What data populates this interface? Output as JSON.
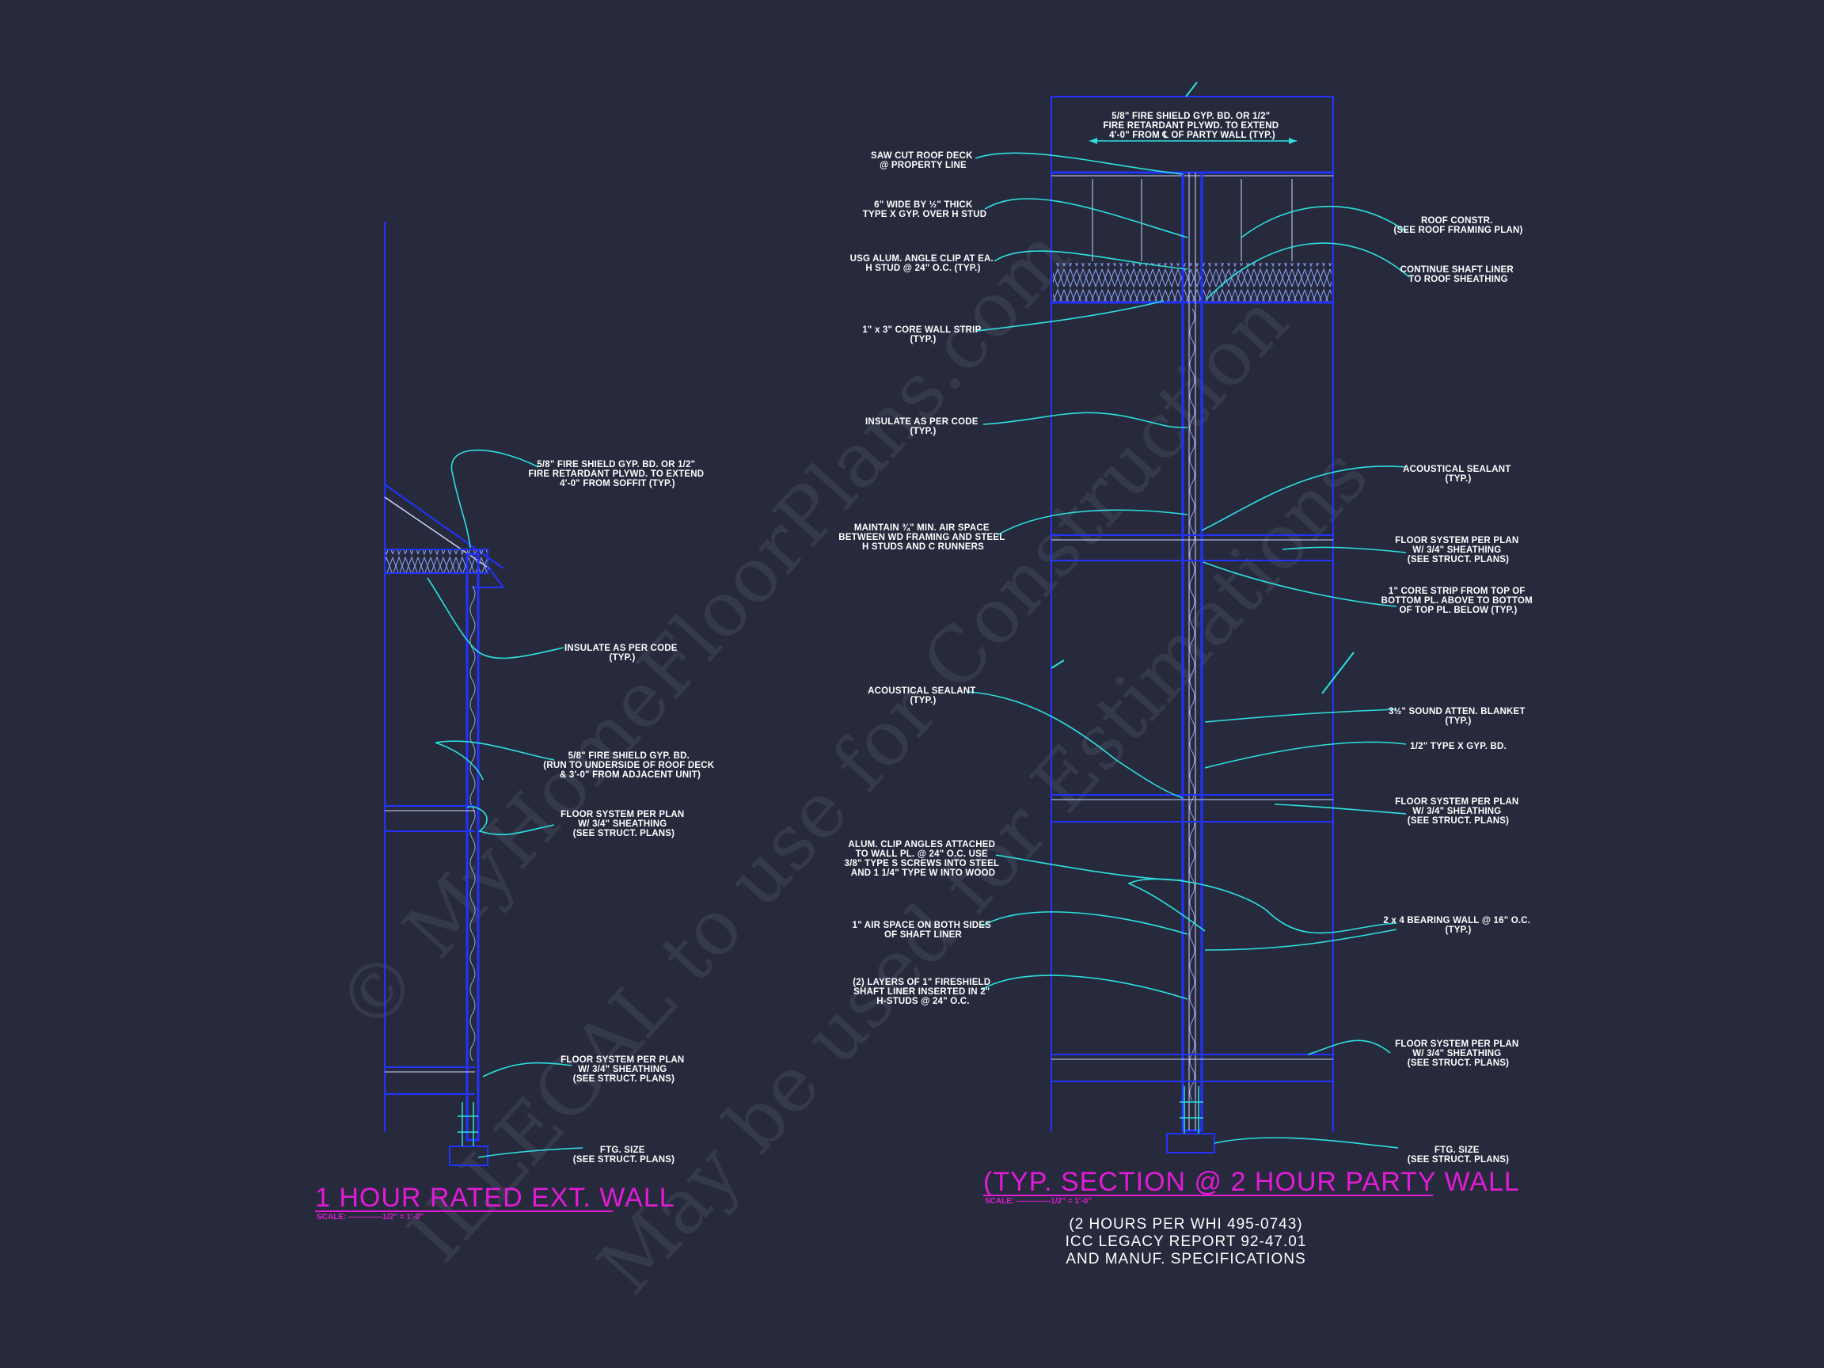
{
  "watermark": {
    "line1": "© MyHomeFloorPlans.com",
    "line2": "ILLEGAL to use for Construction",
    "line3": "May be used for Estimations"
  },
  "colors": {
    "background": "#262a3c",
    "wall_lines": "#2233ff",
    "leaders": "#2de0e0",
    "text": "#ffffff",
    "title": "#e21bd6"
  },
  "left_detail": {
    "title": "1 HOUR RATED EXT. WALL",
    "scale": "SCALE: -------------1/2\" = 1'-0\"",
    "notes": [
      [
        "5/8\" FIRE SHIELD GYP. BD. OR 1/2\"",
        "FIRE RETARDANT PLYWD. TO EXTEND",
        "4'-0\" FROM SOFFIT (TYP.)"
      ],
      [
        "INSULATE AS PER CODE",
        "(TYP.)"
      ],
      [
        "5/8\" FIRE SHIELD GYP. BD.",
        "(RUN TO UNDERSIDE OF ROOF DECK",
        "& 3'-0\" FROM ADJACENT UNIT)"
      ],
      [
        "FLOOR SYSTEM PER PLAN",
        "W/ 3/4\" SHEATHING",
        "(SEE STRUCT. PLANS)"
      ],
      [
        "FLOOR SYSTEM PER PLAN",
        "W/ 3/4\" SHEATHING",
        "(SEE STRUCT. PLANS)"
      ],
      [
        "FTG. SIZE",
        "(SEE STRUCT. PLANS)"
      ]
    ]
  },
  "right_detail": {
    "title": "(TYP. SECTION @ 2 HOUR PARTY WALL",
    "scale": "SCALE: -------------1/2\" = 1'-0\"",
    "sub1": "(2 HOURS PER WHI 495-0743)",
    "sub2": "ICC LEGACY REPORT 92-47.01",
    "sub3": "AND MANUF. SPECIFICATIONS",
    "top_note": [
      "5/8\" FIRE SHIELD GYP. BD. OR 1/2\"",
      "FIRE RETARDANT PLYWD. TO EXTEND",
      "4'-0\" FROM ℄ OF PARTY WALL (TYP.)"
    ],
    "left_notes": [
      [
        "SAW CUT ROOF DECK",
        "@ PROPERTY LINE"
      ],
      [
        "6\" WIDE BY ½\" THICK",
        "TYPE X GYP. OVER H STUD"
      ],
      [
        "USG ALUM. ANGLE CLIP AT EA.",
        "H STUD @ 24\" O.C. (TYP.)"
      ],
      [
        "1\" x 3\" CORE WALL STRIP",
        "(TYP.)"
      ],
      [
        "INSULATE AS PER CODE",
        "(TYP.)"
      ],
      [
        "MAINTAIN ¾\" MIN. AIR SPACE",
        "BETWEEN WD FRAMING AND STEEL",
        "H STUDS AND C RUNNERS"
      ],
      [
        "ACOUSTICAL SEALANT",
        "(TYP.)"
      ],
      [
        "ALUM. CLIP ANGLES ATTACHED",
        "TO WALL PL. @ 24\" O.C. USE",
        "3/8\" TYPE S SCREWS INTO STEEL",
        "AND 1 1/4\" TYPE W INTO WOOD"
      ],
      [
        "1\" AIR SPACE ON BOTH SIDES",
        "OF SHAFT LINER"
      ],
      [
        "(2) LAYERS OF 1\" FIRESHIELD",
        "SHAFT LINER INSERTED IN 2\"",
        "H-STUDS @ 24\" O.C."
      ]
    ],
    "right_notes": [
      [
        "ROOF CONSTR.",
        "(SEE ROOF FRAMING PLAN)"
      ],
      [
        "CONTINUE SHAFT LINER",
        "TO ROOF SHEATHING"
      ],
      [
        "ACOUSTICAL SEALANT",
        "(TYP.)"
      ],
      [
        "FLOOR SYSTEM PER PLAN",
        "W/ 3/4\" SHEATHING",
        "(SEE STRUCT. PLANS)"
      ],
      [
        "1\" CORE STRIP FROM TOP OF",
        "BOTTOM PL. ABOVE TO BOTTOM",
        "OF TOP PL. BELOW (TYP.)"
      ],
      [
        "3½\" SOUND ATTEN. BLANKET",
        "(TYP.)"
      ],
      [
        "1/2\" TYPE X GYP. BD."
      ],
      [
        "FLOOR SYSTEM PER PLAN",
        "W/ 3/4\" SHEATHING",
        "(SEE STRUCT. PLANS)"
      ],
      [
        "2 x 4 BEARING WALL @ 16\" O.C.",
        "(TYP.)"
      ],
      [
        "FLOOR SYSTEM PER PLAN",
        "W/ 3/4\" SHEATHING",
        "(SEE STRUCT. PLANS)"
      ],
      [
        "FTG. SIZE",
        "(SEE STRUCT. PLANS)"
      ]
    ]
  }
}
